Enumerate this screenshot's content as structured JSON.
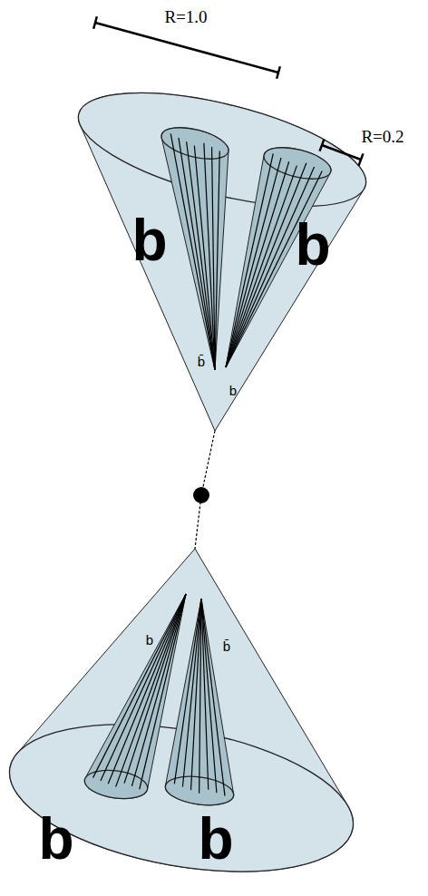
{
  "diagram": {
    "labels": [
      "R=1.0",
      "R=0.2",
      "b",
      "b",
      "b̄",
      "b",
      "b",
      "b̄",
      "b",
      "b"
    ]
  }
}
